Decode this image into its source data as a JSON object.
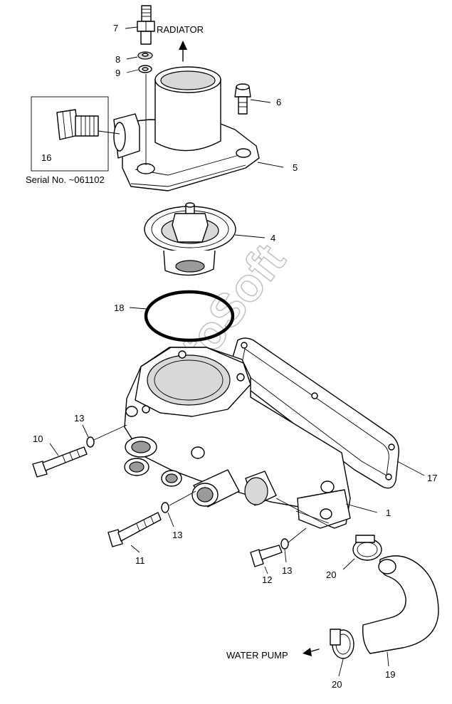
{
  "labels": {
    "p1": "1",
    "p4": "4",
    "p5": "5",
    "p6": "6",
    "p7": "7",
    "p8": "8",
    "p9": "9",
    "p10": "10",
    "p11": "11",
    "p12": "12",
    "p13a": "13",
    "p13b": "13",
    "p13c": "13",
    "p16": "16",
    "p17": "17",
    "p18": "18",
    "p19": "19",
    "p20a": "20",
    "p20b": "20"
  },
  "annotations": {
    "radiator": "RADIATOR",
    "water_pump": "WATER PUMP",
    "serial": "Serial No. ~061102"
  },
  "watermark": "AutoSoft"
}
